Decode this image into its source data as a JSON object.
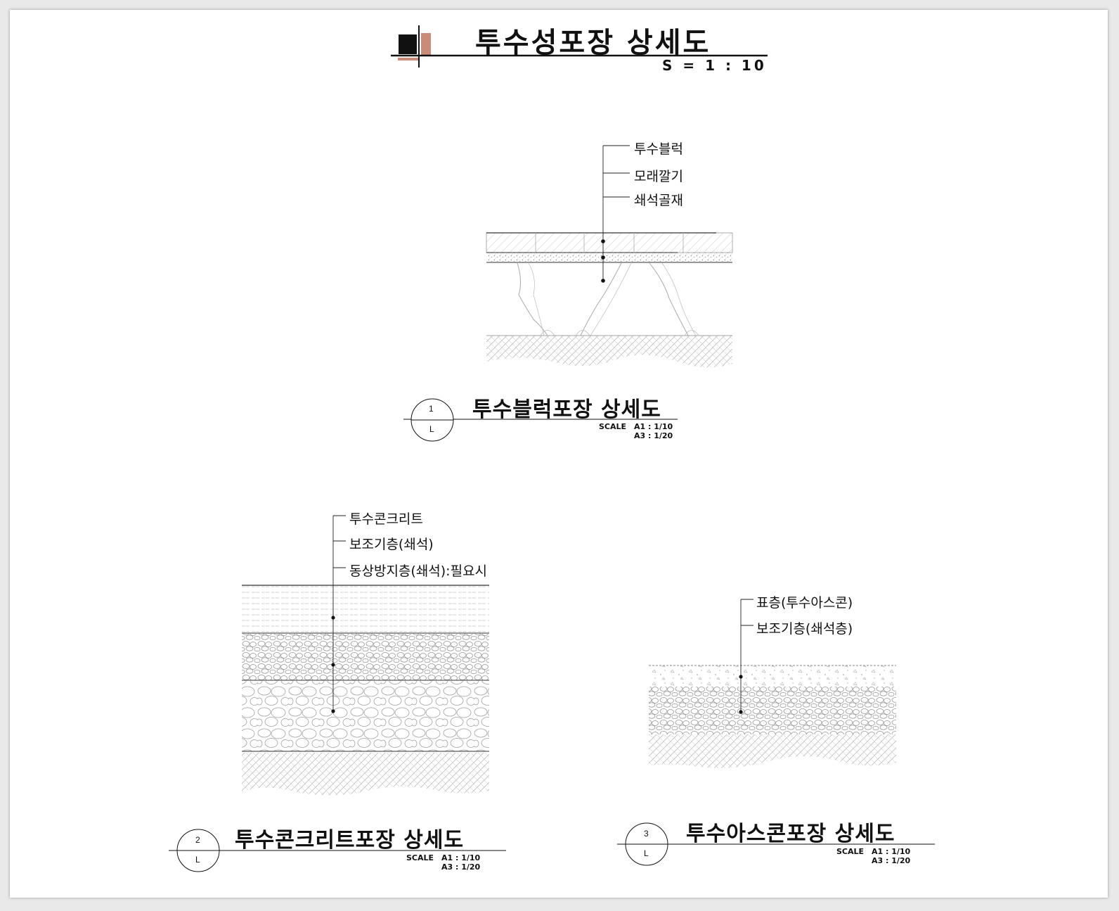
{
  "header": {
    "title": "투수성포장 상세도",
    "scale": "S = 1 : 10",
    "logo_colors": [
      "#111111",
      "#c98b7a"
    ]
  },
  "details": [
    {
      "number": "1",
      "sheet": "L",
      "title": "투수블럭포장 상세도",
      "scale_label": "SCALE",
      "scale_a1": "A1 : 1/10",
      "scale_a3": "A3 : 1/20",
      "callouts": [
        "투수블럭",
        "모래깔기",
        "쇄석골재"
      ]
    },
    {
      "number": "2",
      "sheet": "L",
      "title": "투수콘크리트포장 상세도",
      "scale_label": "SCALE",
      "scale_a1": "A1 : 1/10",
      "scale_a3": "A3 : 1/20",
      "callouts": [
        "투수콘크리트",
        "보조기층(쇄석)",
        "동상방지층(쇄석):필요시"
      ]
    },
    {
      "number": "3",
      "sheet": "L",
      "title": "투수아스콘포장 상세도",
      "scale_label": "SCALE",
      "scale_a1": "A1 : 1/10",
      "scale_a3": "A3 : 1/20",
      "callouts": [
        "표층(투수아스콘)",
        "보조기층(쇄석층)"
      ]
    }
  ]
}
